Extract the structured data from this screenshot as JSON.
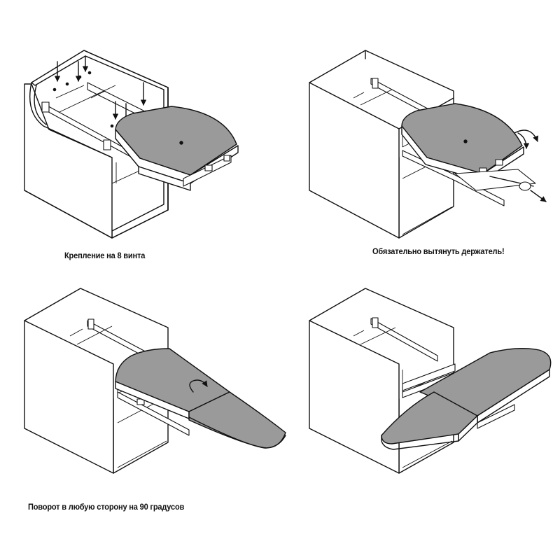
{
  "panels": [
    {
      "caption": "Крепление на 8 винта"
    },
    {
      "caption": "Обязательно вытянуть держатель!"
    },
    {
      "caption": "Поворот в любую сторону на 90 градусов"
    },
    {
      "caption": ""
    }
  ]
}
